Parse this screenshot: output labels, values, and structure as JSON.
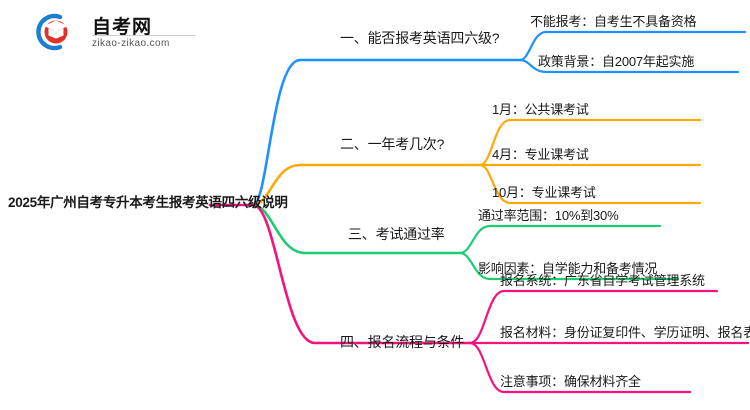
{
  "logo": {
    "name_cn": "自考网",
    "domain": "zikao-zikao.com",
    "mark_icon": "graduation-cap-logo-icon",
    "arc_color": "#1a7fd4",
    "cap_color": "#e0302a"
  },
  "mindmap": {
    "type": "mindmap",
    "root": {
      "label": "2025年广州自考专升本考生报考英语四六级说明"
    },
    "branches": [
      {
        "label": "一、能否报考英语四六级?",
        "color": "#1E90FF",
        "children": [
          {
            "label": "不能报考：自考生不具备资格"
          },
          {
            "label": "政策背景：自2007年起实施"
          }
        ]
      },
      {
        "label": "二、一年考几次?",
        "color": "#FFA90A",
        "children": [
          {
            "label": "1月：公共课考试"
          },
          {
            "label": "4月：专业课考试"
          },
          {
            "label": "10月：专业课考试"
          }
        ]
      },
      {
        "label": "三、考试通过率",
        "color": "#1ECC71",
        "children": [
          {
            "label": "通过率范围：10%到30%"
          },
          {
            "label": "影响因素：自学能力和备考情况"
          }
        ]
      },
      {
        "label": "四、报名流程与条件",
        "color": "#F5127E",
        "children": [
          {
            "label": "报名系统：广东省自学考试管理系统"
          },
          {
            "label": "报名材料：身份证复印件、学历证明、报名表格"
          },
          {
            "label": "注意事项：确保材料齐全"
          }
        ]
      }
    ]
  }
}
